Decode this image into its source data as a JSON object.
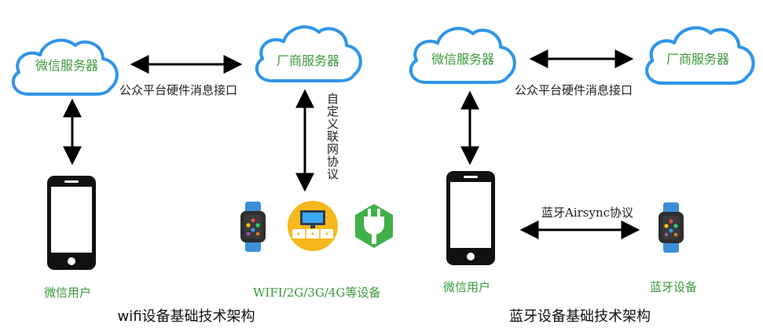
{
  "wifi": {
    "wechat_server": "微信服务器",
    "vendor_server": "厂商服务器",
    "interface_label": "公众平台硬件消息接口",
    "custom_protocol": "自定义联网协议",
    "user_label": "微信用户",
    "devices_label": "WIFI/2G/3G/4G等设备",
    "caption": "wifi设备基础技术架构"
  },
  "bt": {
    "wechat_server": "微信服务器",
    "vendor_server": "厂商服务器",
    "interface_label": "公众平台硬件消息接口",
    "airsync_label": "蓝牙Airsync协议",
    "user_label": "微信用户",
    "device_label": "蓝牙设备",
    "caption": "蓝牙设备基础技术架构"
  },
  "colors": {
    "cloud_stroke": "#2f95e8",
    "label_green": "#3a9a3a",
    "watch_band": "#3b8fd8",
    "tv_circle": "#f6b81c",
    "plug_hex": "#3fb04a"
  }
}
